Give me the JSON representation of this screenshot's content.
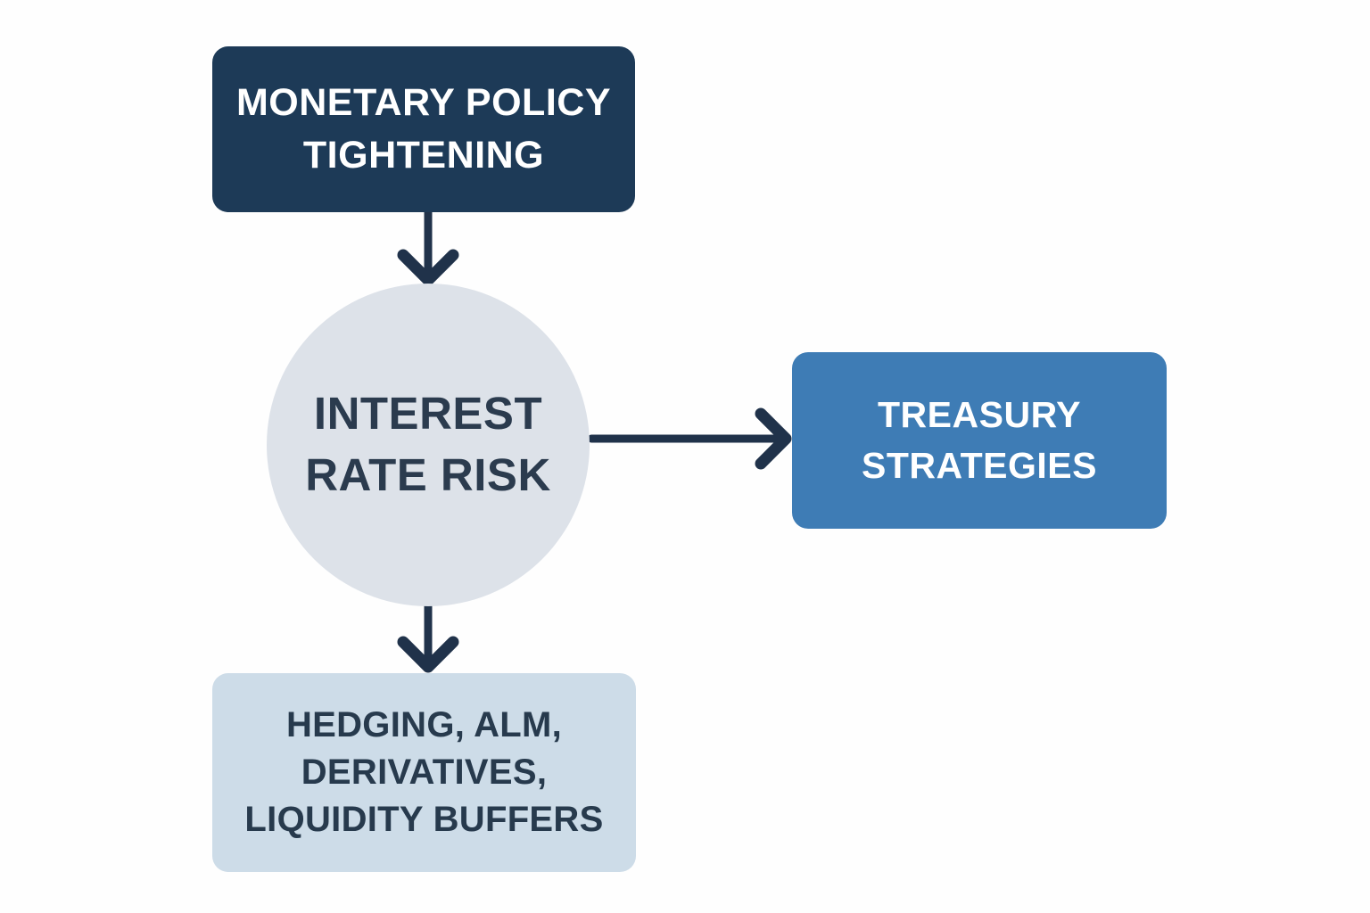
{
  "diagram": {
    "type": "flowchart",
    "background_color": "#fefefe",
    "arrow_color": "#20324a",
    "nodes": {
      "monetary_policy": {
        "shape": "rounded-rectangle",
        "line1": "MONETARY POLICY",
        "line2": "TIGHTENING",
        "fill": "#1d3a57",
        "text_color": "#ffffff"
      },
      "interest_rate_risk": {
        "shape": "circle",
        "line1": "INTEREST",
        "line2": "RATE RISK",
        "fill": "#dde2e9",
        "text_color": "#2b3b4e"
      },
      "treasury_strategies": {
        "shape": "rounded-rectangle",
        "line1": "TREASURY",
        "line2": "STRATEGIES",
        "fill": "#3e7cb5",
        "text_color": "#ffffff"
      },
      "risk_mitigation": {
        "shape": "rounded-rectangle",
        "line1": "HEDGING, ALM,",
        "line2": "DERIVATIVES,",
        "line3": "LIQUIDITY BUFFERS",
        "fill": "#cddce8",
        "text_color": "#273a4d"
      }
    },
    "edges": [
      {
        "from": "monetary_policy",
        "to": "interest_rate_risk",
        "direction": "down"
      },
      {
        "from": "interest_rate_risk",
        "to": "treasury_strategies",
        "direction": "right"
      },
      {
        "from": "interest_rate_risk",
        "to": "risk_mitigation",
        "direction": "down"
      }
    ]
  }
}
